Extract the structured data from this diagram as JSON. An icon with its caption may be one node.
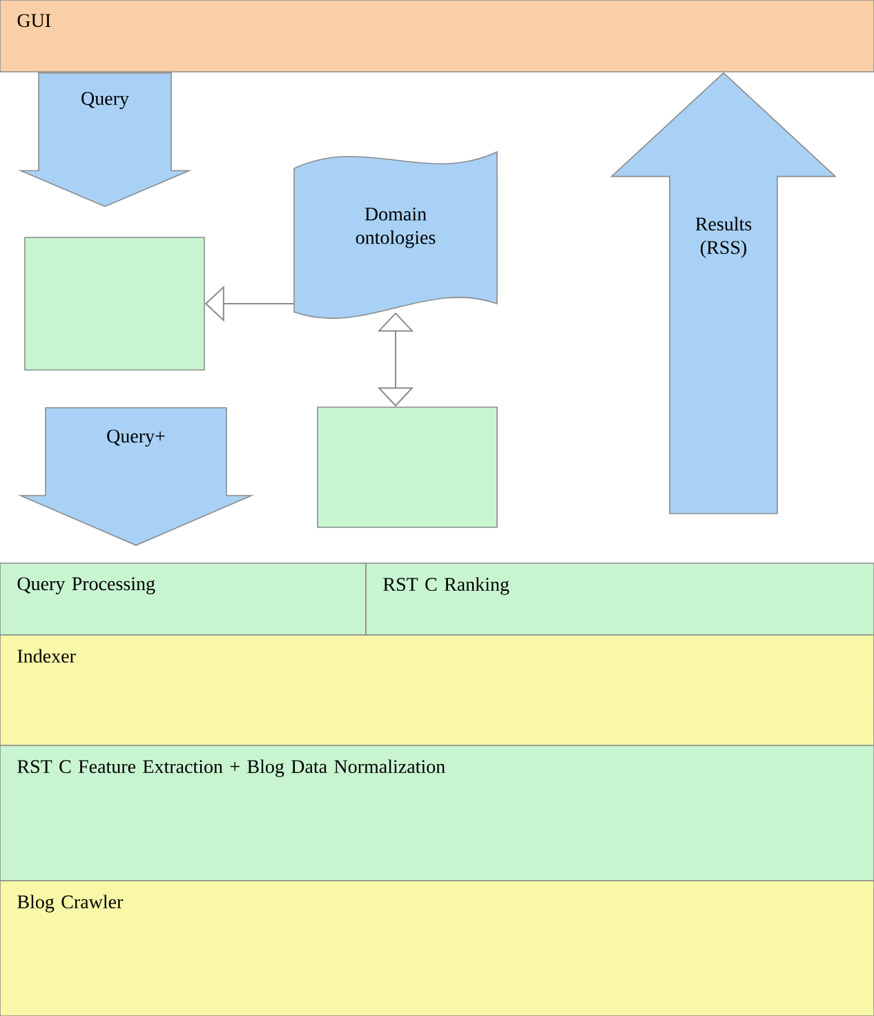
{
  "diagram": {
    "nodes": [
      {
        "text": [
          "GUI"
        ]
      },
      {
        "text": [],
        "shape": "box"
      },
      {
        "text": [
          "Domain ontologies"
        ]
      },
      {
        "text": [],
        "shape": "box"
      },
      {
        "text": [
          "Query Processing"
        ]
      },
      {
        "text": [
          "RST C Ranking"
        ]
      },
      {
        "text": [
          "Indexer"
        ]
      },
      {
        "text": [
          "RST C Feature Extraction + Blog Data Normalization"
        ]
      },
      {
        "text": [
          "Blog Crawler"
        ]
      }
    ],
    "edges": [
      {
        "from": 0,
        "to": 1,
        "arrow": "to",
        "label": "Query"
      },
      {
        "from": 1,
        "to": 4,
        "arrow": "to",
        "label": "Query+"
      },
      {
        "from": 2,
        "to": 1,
        "arrow": "to"
      },
      {
        "from": 2,
        "to": 3,
        "arrow": "both"
      },
      {
        "from": 5,
        "to": 0,
        "arrow": "to",
        "label": "Results (RSS)"
      }
    ]
  }
}
